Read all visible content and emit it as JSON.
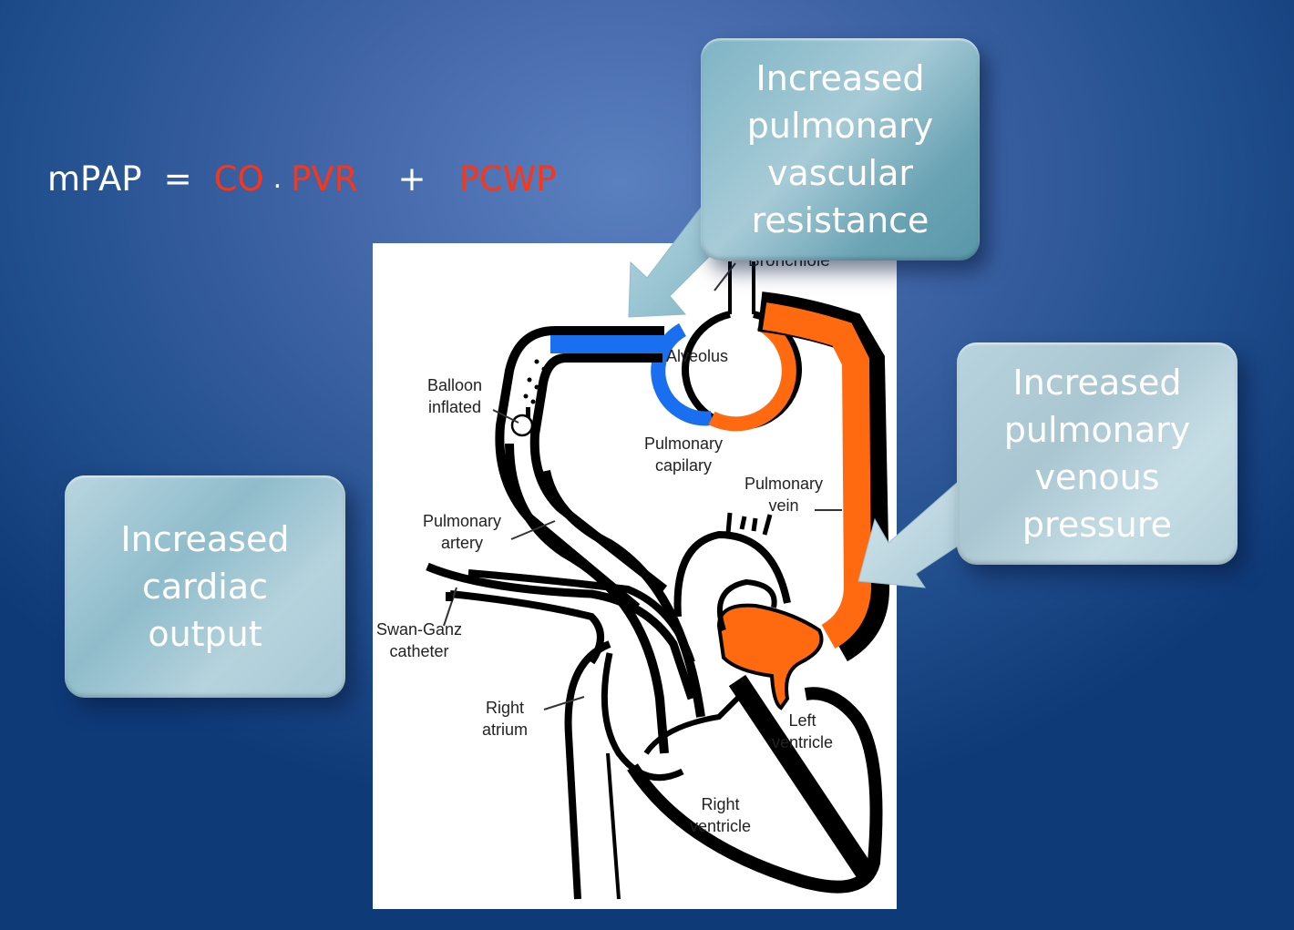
{
  "equation": {
    "lhs": "mPAP",
    "equals": "=",
    "term1": "CO",
    "multiply": ".",
    "term2": "PVR",
    "plus": "+",
    "term3": "PCWP",
    "colors": {
      "plain": "#ffffff",
      "highlight": "#ff3414"
    }
  },
  "callouts": {
    "pvr": {
      "lines": [
        "Increased",
        "pulmonary",
        "vascular",
        "resistance"
      ],
      "arrow_target": "pulmonary-artery-capillary"
    },
    "pvp": {
      "lines": [
        "Increased",
        "pulmonary",
        "venous",
        "pressure"
      ],
      "arrow_target": "pulmonary-vein"
    },
    "co": {
      "lines": [
        "Increased",
        "cardiac",
        "output"
      ]
    }
  },
  "diagram": {
    "labels": {
      "bronchiole": "Bronchiole",
      "alveolus": "Alveolus",
      "balloon": [
        "Balloon",
        "inflated"
      ],
      "capillary": [
        "Pulmonary",
        "capilary"
      ],
      "pulm_vein": [
        "Pulmonary",
        "vein"
      ],
      "pulm_artery": [
        "Pulmonary",
        "artery"
      ],
      "swan_ganz": [
        "Swan-Ganz",
        "catheter"
      ],
      "right_atrium": [
        "Right",
        "atrium"
      ],
      "left_ventricle": [
        "Left",
        "ventricle"
      ],
      "right_ventricle": [
        "Right",
        "ventricle"
      ]
    },
    "colors": {
      "deoxygenated": "#1a6ef0",
      "oxygenated": "#ff6a10",
      "outline": "#000000"
    }
  },
  "background": {
    "center": "#5b80c0",
    "edge": "#0f3a78"
  }
}
